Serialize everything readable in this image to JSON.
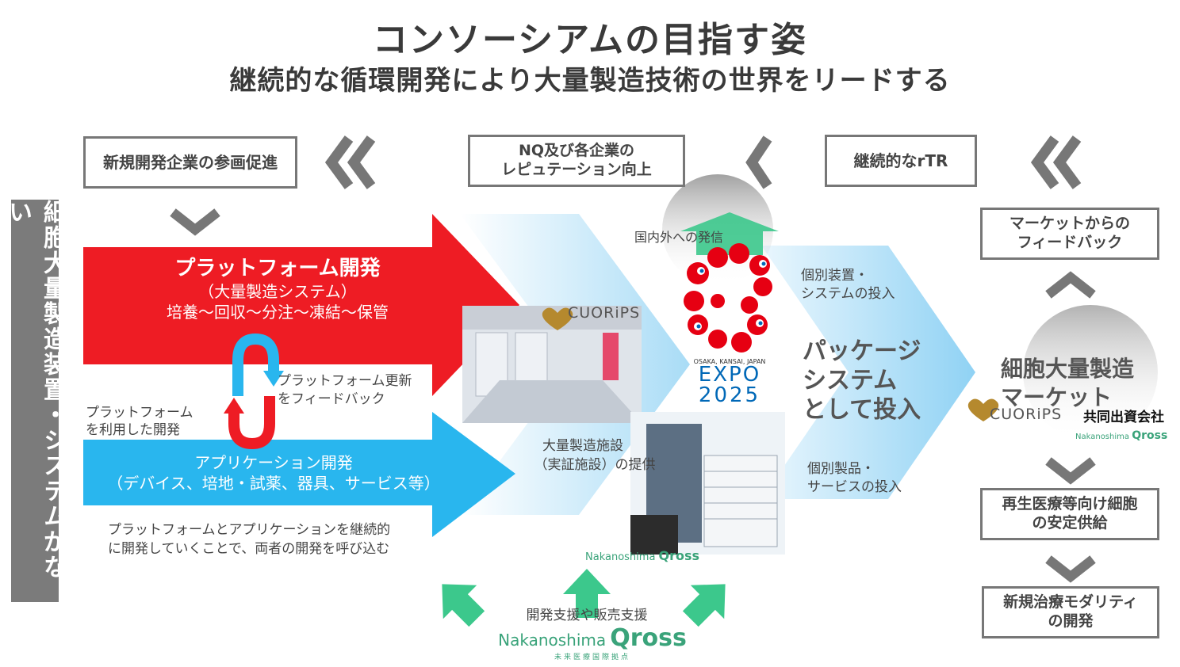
{
  "header": {
    "title": "コンソーシアムの目指す姿",
    "subtitle": "継続的な循環開発により大量製造技術の世界をリードする"
  },
  "top_row": {
    "box_left": "新規開発企業の参画促進",
    "box_center_line1": "NQ及び各企業の",
    "box_center_line2": "レピュテーション向上",
    "box_right": "継続的なrTR"
  },
  "left_bar": "細胞大量製造装置・システムがない",
  "platform": {
    "title": "プラットフォーム開発",
    "sub1": "（大量製造システム）",
    "sub2": "培養～回収～分注～凍結～保管",
    "color": "#ee1c24"
  },
  "application": {
    "title": "アプリケーション開発",
    "sub": "（デバイス、培地・試薬、器具、サービス等）",
    "color": "#29b6ee"
  },
  "cycle": {
    "update_line1": "プラットフォーム更新",
    "update_line2": "をフィードバック",
    "use_line1": "プラットフォーム",
    "use_line2": "を利用した開発"
  },
  "note": {
    "line1": "プラットフォームとアプリケーションを継続的",
    "line2": "に開発していくことで、両者の開発を呼び込む"
  },
  "center": {
    "facility_line1": "大量製造施設",
    "facility_line2": "（実証施設）の提供",
    "broadcast": "国内外への発信",
    "support": "開発支援や販売支援"
  },
  "logos": {
    "cuorips": "CUORiPS",
    "nakanoshima": "Nakanoshima",
    "qross": "Qross",
    "nq_sub": "未来医療国際拠点",
    "expo_sub": "OSAKA, KANSAI, JAPAN",
    "expo_word": "EXPO",
    "expo_year": "2025",
    "green": "#3cc88c",
    "expo_red": "#e60012",
    "expo_blue": "#0068b7"
  },
  "right": {
    "device_line1": "個別装置・",
    "device_line2": "システムの投入",
    "package_line1": "パッケージ",
    "package_line2": "システム",
    "package_line3": "として投入",
    "product_line1": "個別製品・",
    "product_line2": "サービスの投入",
    "feedback_line1": "マーケットからの",
    "feedback_line2": "フィードバック",
    "market_line1": "細胞大量製造",
    "market_line2": "マーケット",
    "jointly": "共同出資会社",
    "supply_line1": "再生医療等向け細胞",
    "supply_line2": "の安定供給",
    "modality_line1": "新規治療モダリティ",
    "modality_line2": "の開発"
  }
}
